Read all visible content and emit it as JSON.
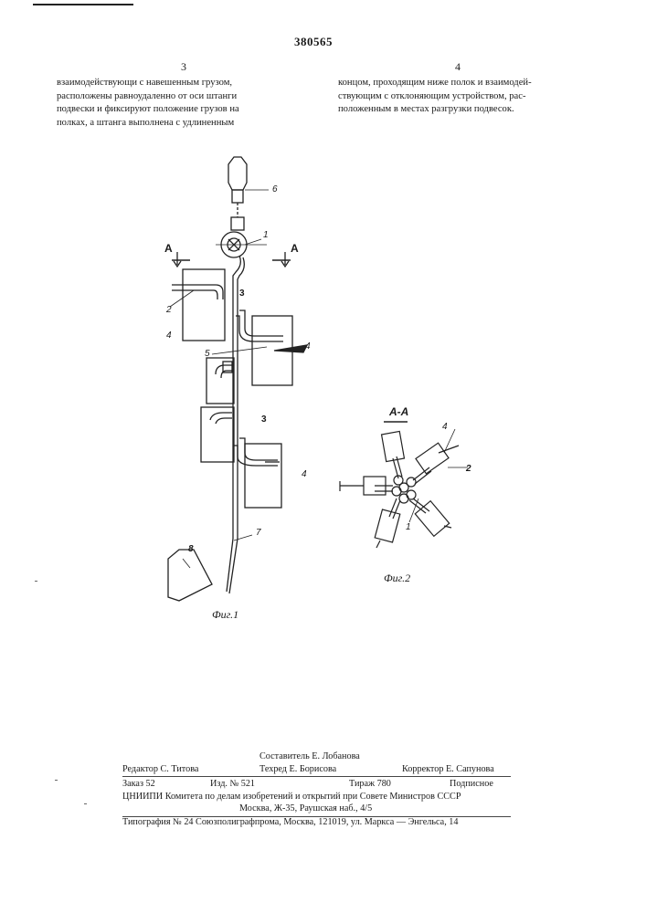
{
  "patent_number": "380565",
  "page_numbers": {
    "left": "3",
    "right": "4"
  },
  "left_column": [
    "взаимодействующи с навешенным грузом,",
    "расположены равноудаленно от оси штанги",
    "подвески и фиксируют положение грузов на",
    "полках, а штанга выполнена с удлиненным"
  ],
  "right_column": [
    "концом, проходящим ниже полок и взаимодей-",
    "ствующим с отклоняющим устройством, рас-",
    "положенным в местах разгрузки подвесок."
  ],
  "figure1": {
    "caption": "Фиг.1",
    "section_left": "А",
    "section_right": "А",
    "labels": {
      "six": "6",
      "one": "1",
      "two": "2",
      "three_top": "3",
      "three_bottom": "3",
      "four_left": "4",
      "four_right": "4",
      "four_bottom": "4",
      "five": "5",
      "seven": "7",
      "eight": "8"
    }
  },
  "figure2": {
    "title": "А-А",
    "caption": "Фиг.2",
    "labels": {
      "four": "4",
      "two": "2",
      "one": "1"
    }
  },
  "imprint": {
    "compiler": "Составитель Е. Лобанова",
    "editor": "Редактор С. Титова",
    "techred": "Техред Е. Борисова",
    "corrector": "Корректор Е. Сапунова",
    "order": "Заказ 52",
    "edition": "Изд. № 521",
    "print_run": "Тираж 780",
    "subscription": "Подписное",
    "institute": "ЦНИИПИ Комитета по делам изобретений и открытий при Совете Министров СССР",
    "address": "Москва, Ж-35, Раушская наб., 4/5"
  },
  "footer": "Типография № 24 Союзполиграфпрома, Москва, 121019, ул. Маркса — Энгельса, 14"
}
